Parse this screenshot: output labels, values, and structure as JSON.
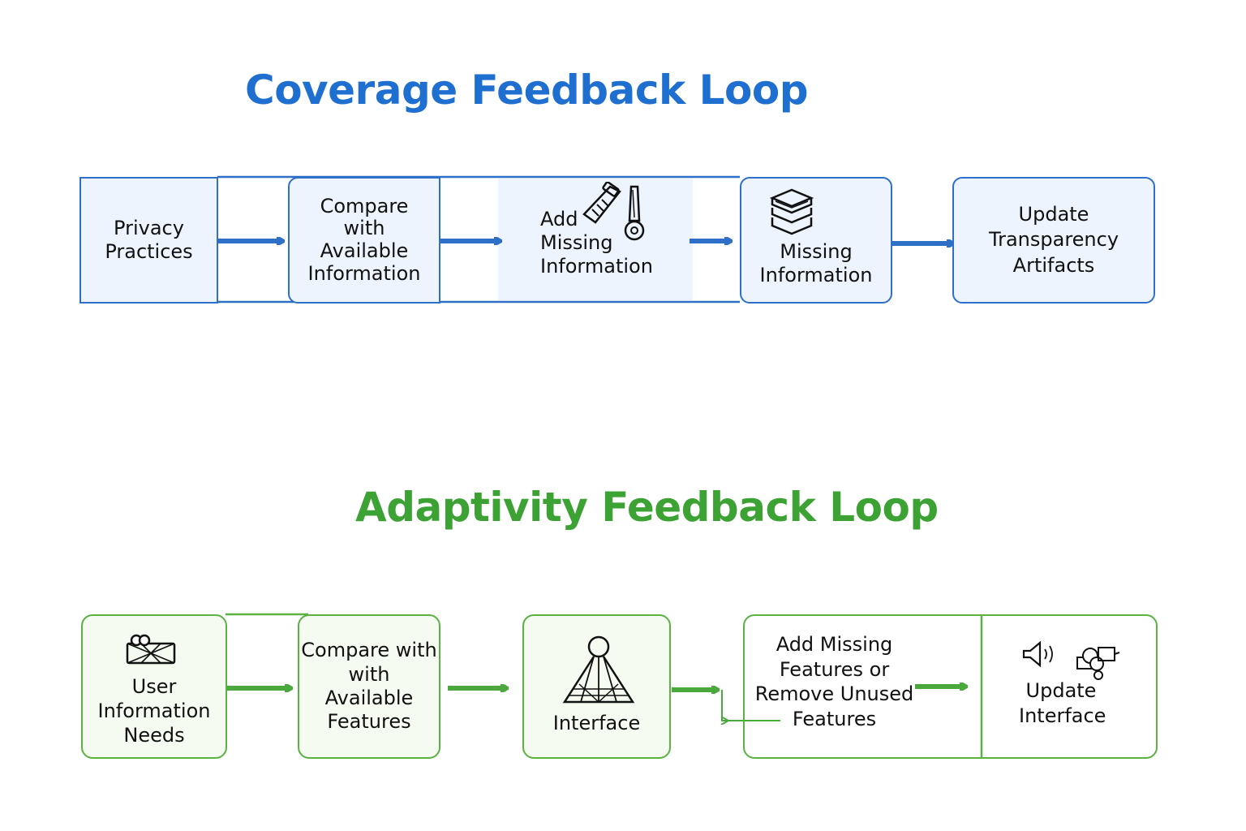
{
  "coverage": {
    "title": "Coverage Feedback Loop",
    "color": "#1f6fd1",
    "steps": [
      {
        "label": "Privacy\nPractices"
      },
      {
        "label": "Compare\nwith\nAvailable\nInformation"
      },
      {
        "label": "Add\nMissing\nInformation",
        "icon": "tools-icon"
      },
      {
        "label": "Missing\nInformation",
        "icon": "stack-icon"
      },
      {
        "label": "Update\nTransparency\nArtifacts"
      }
    ]
  },
  "adaptivity": {
    "title": "Adaptivity Feedback Loop",
    "color": "#3ca234",
    "steps": [
      {
        "label": "User\nInformation\nNeeds",
        "icon": "info-panel-icon"
      },
      {
        "label": "Compare with\nwith\nAvailable\nFeatures"
      },
      {
        "label": "Interface",
        "icon": "structure-icon"
      },
      {
        "label": "Add Missing\nFeatures or\nRemove Unused\nFeatures"
      },
      {
        "label": "Update\nInterface",
        "icon": "speaker-icon"
      }
    ]
  }
}
